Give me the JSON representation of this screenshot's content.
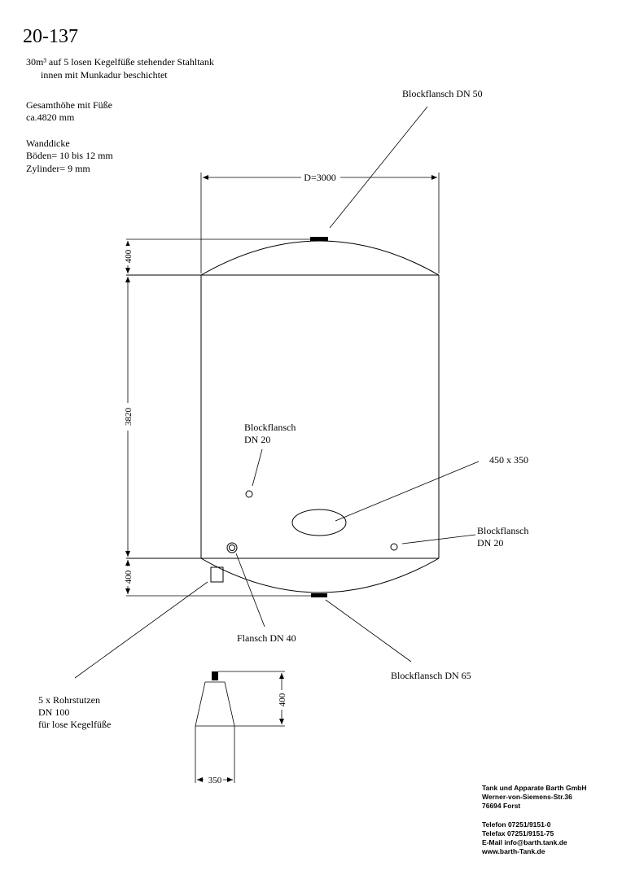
{
  "header": {
    "title": "20-137",
    "description_line1": "30m³ auf 5 losen Kegelfüße stehender Stahltank",
    "description_line2": "innen mit Munkadur beschichtet"
  },
  "specs": {
    "height_label": "Gesamthöhe mit Füße",
    "height_value": "ca.4820 mm",
    "wall_label": "Wanddicke",
    "wall_bottoms": "Böden= 10 bis 12 mm",
    "wall_cylinder": "Zylinder= 9 mm"
  },
  "dimensions": {
    "diameter": "D=3000",
    "top_head": "400",
    "cylinder": "3820",
    "bottom_head": "400",
    "foot_height": "400",
    "foot_width": "350"
  },
  "callouts": {
    "top_flange": "Blockflansch DN 50",
    "mid_flange_line1": "Blockflansch",
    "mid_flange_line2": "DN 20",
    "manhole": "450 x 350",
    "right_flange_line1": "Blockflansch",
    "right_flange_line2": "DN 20",
    "flange_dn40": "Flansch DN 40",
    "bottom_flange": "Blockflansch DN 65",
    "nozzles_line1": "5 x Rohrstutzen",
    "nozzles_line2": "DN 100",
    "nozzles_line3": "für lose Kegelfüße"
  },
  "company": {
    "name": "Tank und Apparate Barth GmbH",
    "street": "Werner-von-Siemens-Str.36",
    "city": "76694 Forst",
    "phone": "Telefon 07251/9151-0",
    "fax": "Telefax 07251/9151-75",
    "email": "E-Mail info@barth.tank.de",
    "web": "www.barth-Tank.de"
  }
}
